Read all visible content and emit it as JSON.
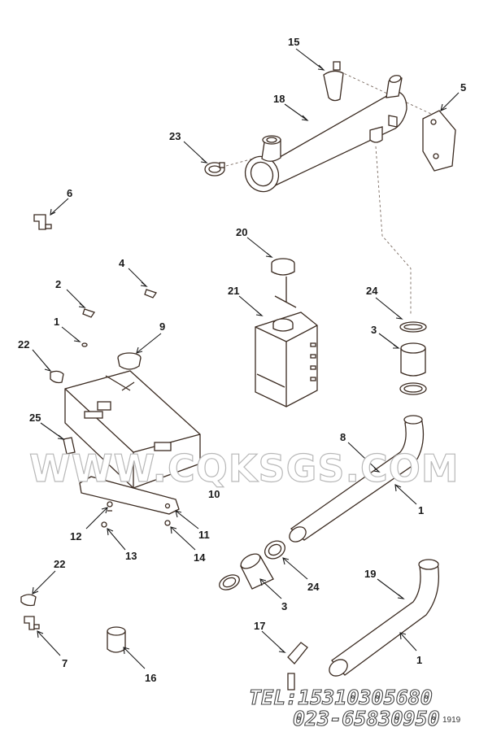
{
  "callouts": {
    "c1a": "1",
    "c1b": "1",
    "c1c": "1",
    "c2": "2",
    "c3a": "3",
    "c3b": "3",
    "c4": "4",
    "c5": "5",
    "c6": "6",
    "c7": "7",
    "c8": "8",
    "c9": "9",
    "c10": "10",
    "c11": "11",
    "c12": "12",
    "c13": "13",
    "c14": "14",
    "c15": "15",
    "c16": "16",
    "c17": "17",
    "c18": "18",
    "c19": "19",
    "c20": "20",
    "c21": "21",
    "c22a": "22",
    "c22b": "22",
    "c23": "23",
    "c24a": "24",
    "c24b": "24",
    "c25": "25"
  },
  "watermark": {
    "url": "WWW.CQKSGS.COM",
    "tel": "TEL:15310305680",
    "phone": "023-65830950"
  },
  "sheet_id": "1919"
}
